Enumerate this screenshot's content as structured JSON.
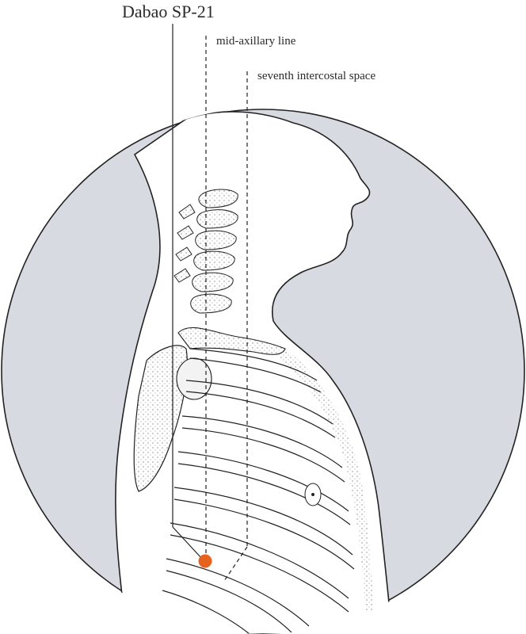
{
  "labels": {
    "point": "Dabao SP-21",
    "mid_axillary": "mid-axillary line",
    "seventh_ics": "seventh intercostal space"
  },
  "colors": {
    "background_circle": "#d7dbe1",
    "skin": "#ffffff",
    "line": "#222222",
    "point_marker": "#e8621f"
  },
  "icons": {
    "point_marker": "acupoint-dot-icon"
  }
}
